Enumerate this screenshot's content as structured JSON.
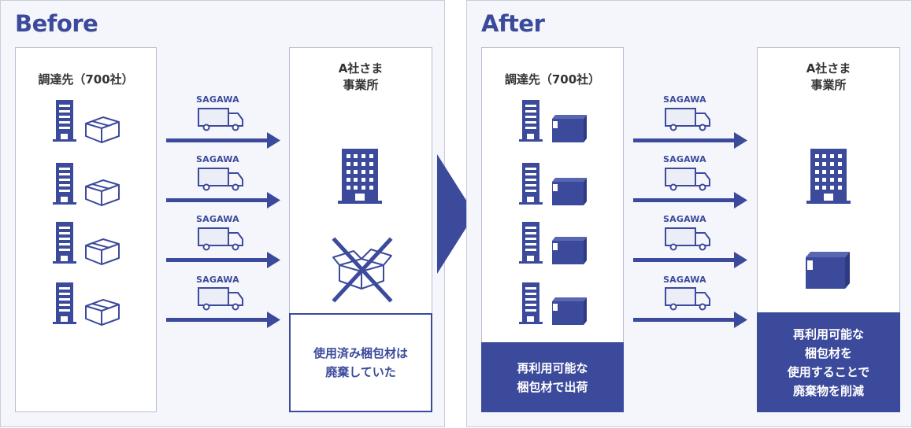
{
  "colors": {
    "accent": "#3c4a9c",
    "panel_bg": "#f5f6fb",
    "border": "#c9ccd9"
  },
  "before": {
    "title": "Before",
    "supplier_label": "調達先（700社）",
    "site_label_line1": "A社さま",
    "site_label_line2": "事業所",
    "carrier": "SAGAWA",
    "note_line1": "使用済み梱包材は",
    "note_line2": "廃棄していた"
  },
  "after": {
    "title": "After",
    "supplier_label": "調達先（700社）",
    "site_label_line1": "A社さま",
    "site_label_line2": "事業所",
    "carrier": "SAGAWA",
    "supplier_note_line1": "再利用可能な",
    "supplier_note_line2": "梱包材で出荷",
    "site_note_line1": "再利用可能な",
    "site_note_line2": "梱包材を",
    "site_note_line3": "使用することで",
    "site_note_line4": "廃棄物を削減"
  }
}
